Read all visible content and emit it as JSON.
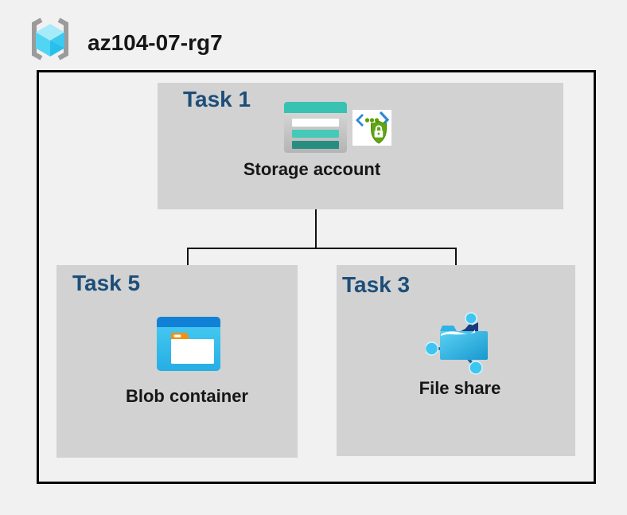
{
  "resource_group": {
    "name": "az104-07-rg7",
    "icon": "resource-group-icon"
  },
  "tasks": [
    {
      "label": "Task 1",
      "item_label": "Storage account",
      "icons": [
        "storage-account-icon",
        "secure-endpoint-icon"
      ]
    },
    {
      "label": "Task 5",
      "item_label": "Blob container",
      "icons": [
        "blob-container-icon"
      ]
    },
    {
      "label": "Task 3",
      "item_label": "File share",
      "icons": [
        "file-share-icon"
      ]
    }
  ],
  "connections": [
    {
      "from": "Storage account",
      "to": "Blob container"
    },
    {
      "from": "Storage account",
      "to": "File share"
    }
  ],
  "colors": {
    "canvas_bg": "#f1f1f1",
    "task_box_bg": "#d2d2d2",
    "task_label": "#1d4e79",
    "boundary_border": "#000000",
    "connector": "#111111",
    "storage_teal": "#37c2b2",
    "storage_teal_mid": "#45c9b9",
    "storage_teal_dark": "#278d81",
    "blob_bar_blue": "#1181d7",
    "blob_body_blue": "#35bdea",
    "folder_orange": "#f29111",
    "security_green": "#5fa616",
    "security_bracket_blue": "#2b8ad2",
    "fileshare_blue": "#2fb3e6",
    "fileshare_navy": "#1a3a80",
    "node_blue": "#3ec6f2",
    "rg_bracket_gray": "#9b9b9b",
    "rg_cube_top": "#a7ebfa",
    "rg_cube_left": "#52d5f3",
    "rg_cube_right": "#28bfec"
  }
}
